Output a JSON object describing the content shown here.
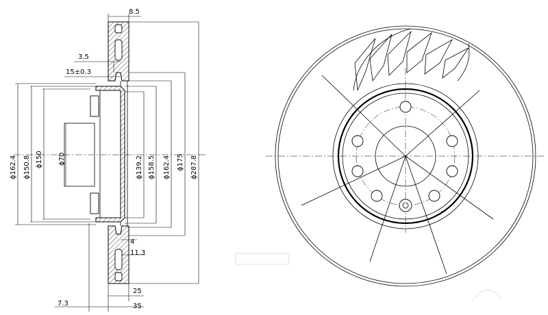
{
  "drawing": {
    "top_dimensions": [
      "8.5",
      "3.5",
      "15±0.3"
    ],
    "left_diameters": [
      "ϕ162.4",
      "ϕ150.8",
      "ϕ150",
      "ϕ70"
    ],
    "right_diameters": [
      "ϕ139.2",
      "ϕ158.5",
      "ϕ162.4",
      "ϕ175",
      "ϕ287.8"
    ],
    "bottom_dimensions": [
      "4",
      "11.3",
      "25",
      "7.3",
      "35"
    ]
  }
}
